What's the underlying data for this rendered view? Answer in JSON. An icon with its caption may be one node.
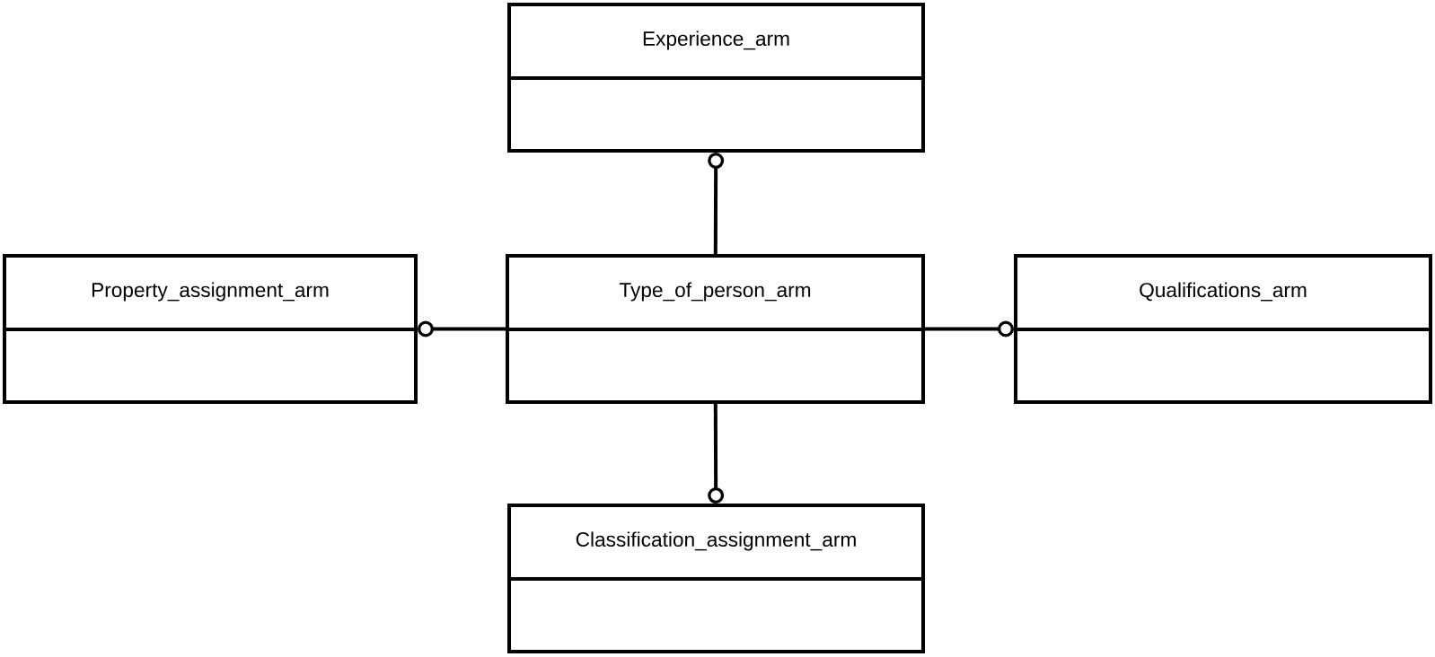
{
  "diagram": {
    "nodes": [
      {
        "text": [
          "Experience_arm"
        ]
      },
      {
        "text": [
          "Property_assignment_arm"
        ]
      },
      {
        "text": [
          "Type_of_person_arm"
        ]
      },
      {
        "text": [
          "Qualifications_arm"
        ]
      },
      {
        "text": [
          "Classification_assignment_arm"
        ]
      }
    ],
    "edges": [
      {
        "from": 2,
        "to": 0,
        "arrow": "other"
      },
      {
        "from": 2,
        "to": 1,
        "arrow": "other"
      },
      {
        "from": 2,
        "to": 3,
        "arrow": "other"
      },
      {
        "from": 2,
        "to": 4,
        "arrow": "other"
      }
    ]
  }
}
